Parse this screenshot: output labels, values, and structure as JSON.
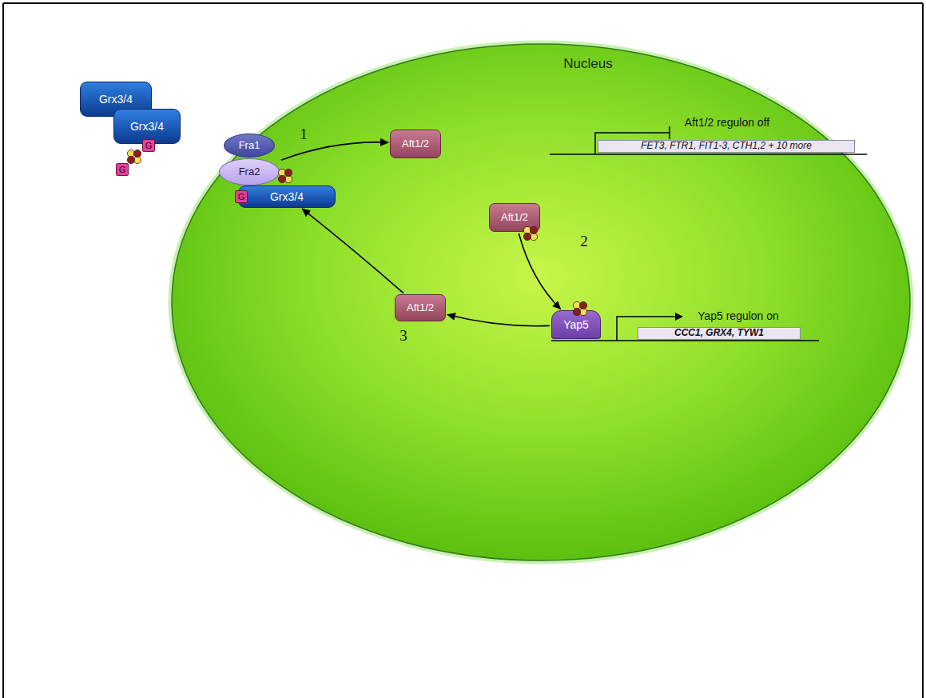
{
  "diagram": {
    "nodes": [
      {
        "text": [
          "Nucleus"
        ]
      },
      {
        "text": [
          "Grx3/4"
        ]
      },
      {
        "text": [
          "Grx3/4"
        ]
      },
      {
        "text": [
          "G"
        ]
      },
      {
        "text": [
          "G"
        ]
      },
      {
        "text": [
          "Fra1"
        ],
        "in": 0
      },
      {
        "text": [
          "Fra2"
        ],
        "in": 0
      },
      {
        "text": [
          "Grx3/4"
        ],
        "in": 0
      },
      {
        "text": [
          "G"
        ],
        "in": 0
      },
      {
        "text": [
          "Aft1/2"
        ],
        "in": 0
      },
      {
        "text": [
          "FET3, FTR1, FIT1-3, CTH1,2 + 10 more"
        ],
        "in": 0
      },
      {
        "text": [
          "Aft1/2"
        ],
        "in": 0
      },
      {
        "text": [
          "Yap5"
        ],
        "in": 0
      },
      {
        "text": [
          "CCC1, GRX4, TYW1"
        ],
        "in": 0
      },
      {
        "text": [
          "Aft1/2"
        ],
        "in": 0
      }
    ],
    "edges": [
      {
        "from": 6,
        "to": 9,
        "arrow": "to"
      },
      {
        "from": 11,
        "to": 12,
        "arrow": "to"
      },
      {
        "from": 12,
        "to": 14,
        "arrow": "to"
      },
      {
        "from": 14,
        "to": 7,
        "arrow": "to"
      }
    ],
    "labels": [
      "1",
      "Aft1/2 regulon off",
      "2",
      "Yap5 regulon on",
      "3"
    ]
  }
}
